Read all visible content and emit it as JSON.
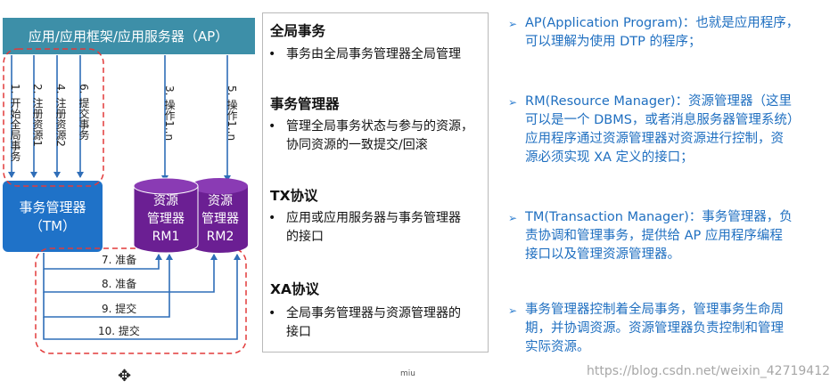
{
  "diagram": {
    "ap_box": "应用/应用框架/应用服务器（AP）",
    "tm_box": {
      "line1": "事务管理器",
      "line2": "（TM）"
    },
    "rm1": {
      "line1": "资源",
      "line2": "管理器",
      "line3": "RM1"
    },
    "rm2": {
      "line1": "资源",
      "line2": "管理器",
      "line3": "RM2"
    },
    "ap_tm_steps": [
      "1. 开始全局事务",
      "2. 注册资源1",
      "4. 注册资源2",
      "6. 提交事务"
    ],
    "ap_rm_steps": [
      "3. 操作1..n",
      "5. 操作1..n"
    ],
    "tm_rm_steps": [
      "7. 准备",
      "8. 准备",
      "9. 提交",
      "10. 提交"
    ]
  },
  "panel": {
    "sections": [
      {
        "title": "全局事务",
        "bullets": [
          [
            "事务由全局事务管理器全局管理"
          ]
        ]
      },
      {
        "title": "事务管理器",
        "bullets": [
          [
            "管理全局事务状态与参与的资源，",
            "协同资源的一致提交/回滚"
          ]
        ]
      },
      {
        "title": "TX协议",
        "bullets": [
          [
            "应用或应用服务器与事务管理器",
            "的接口"
          ]
        ]
      },
      {
        "title": "XA协议",
        "bullets": [
          [
            "全局事务管理器与资源管理器的",
            "接口"
          ]
        ]
      }
    ]
  },
  "descriptions": [
    {
      "lines": [
        "AP(Application Program)：也就是应用程序，",
        "可以理解为使用 DTP 的程序；"
      ]
    },
    {
      "lines": [
        "RM(Resource Manager)：资源管理器（这里",
        "可以是一个 DBMS，或者消息服务器管理系统）",
        "应用程序通过资源管理器对资源进行控制，资",
        "源必须实现 XA 定义的接口；"
      ]
    },
    {
      "lines": [
        "TM(Transaction Manager)：事务管理器，负",
        "责协调和管理事务，提供给 AP 应用程序编程",
        "接口以及管理资源管理器。"
      ]
    },
    {
      "lines": [
        "事务管理器控制着全局事务，管理事务生命周",
        "期，并协调资源。资源管理器负责控制和管理",
        "实际资源。"
      ]
    }
  ],
  "caption": "miu",
  "watermark": "https://blog.csdn.net/weixin_42719412",
  "colors": {
    "ap_fill": "#3d8fa8",
    "tm_fill": "#1f72c8",
    "rm_fill": "#6b1f93",
    "arrow": "#2f6eb8",
    "dash": "#e23a3a",
    "desc_text": "#1f6fc0"
  }
}
